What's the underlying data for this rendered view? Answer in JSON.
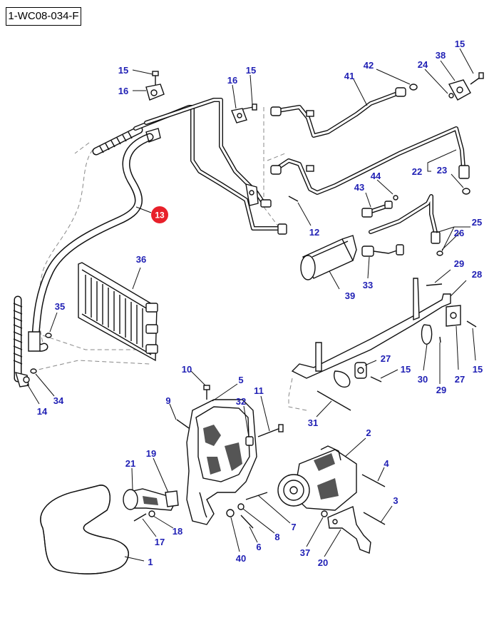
{
  "figure_code": "1-WC08-034-F",
  "highlight_color": "#e8202a",
  "callout_color": "#1f1fb4",
  "callouts": {
    "c15a": "15",
    "c16a": "16",
    "c16b": "16",
    "c15b": "15",
    "c41": "41",
    "c42": "42",
    "c15c": "15",
    "c38": "38",
    "c24": "24",
    "c22": "22",
    "c23": "23",
    "c44": "44",
    "c43": "43",
    "c25": "25",
    "c26": "26",
    "c13": "13",
    "c12": "12",
    "c36": "36",
    "c33": "33",
    "c39": "39",
    "c29a": "29",
    "c28": "28",
    "c35": "35",
    "c27a": "27",
    "c15d": "15",
    "c30": "30",
    "c29b": "29",
    "c27b": "27",
    "c15e": "15",
    "c10": "10",
    "c5": "5",
    "c34": "34",
    "c14": "14",
    "c9": "9",
    "c32": "32",
    "c11": "11",
    "c31": "31",
    "c2": "2",
    "c19": "19",
    "c21": "21",
    "c4": "4",
    "c18": "18",
    "c17": "17",
    "c3": "3",
    "c7": "7",
    "c8": "8",
    "c6": "6",
    "c40": "40",
    "c37": "37",
    "c20": "20",
    "c1": "1"
  }
}
